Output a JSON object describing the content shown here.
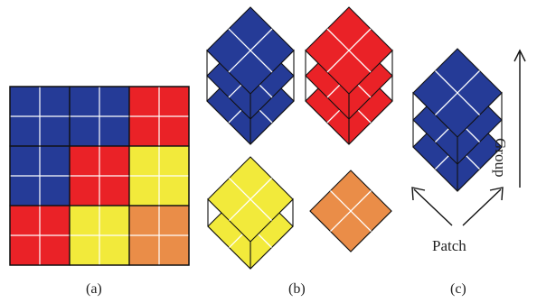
{
  "colors": {
    "blue": "#253b97",
    "red": "#ea2227",
    "yellow": "#f2ea3b",
    "orange": "#ea8d48",
    "grid": "#ffffff",
    "outline": "#111111"
  },
  "panel_a": {
    "label": "(a)",
    "blocks": [
      [
        "blue",
        "blue",
        "red"
      ],
      [
        "blue",
        "red",
        "yellow"
      ],
      [
        "red",
        "yellow",
        "orange"
      ]
    ]
  },
  "panel_b": {
    "label": "(b)",
    "stacks": [
      {
        "color": "blue",
        "layers": 3
      },
      {
        "color": "red",
        "layers": 3
      },
      {
        "color": "yellow",
        "layers": 2
      },
      {
        "color": "orange",
        "layers": 1
      }
    ]
  },
  "panel_c": {
    "label": "(c)",
    "color": "blue",
    "layers": 3,
    "group_label": "Group",
    "patch_label": "Patch"
  }
}
